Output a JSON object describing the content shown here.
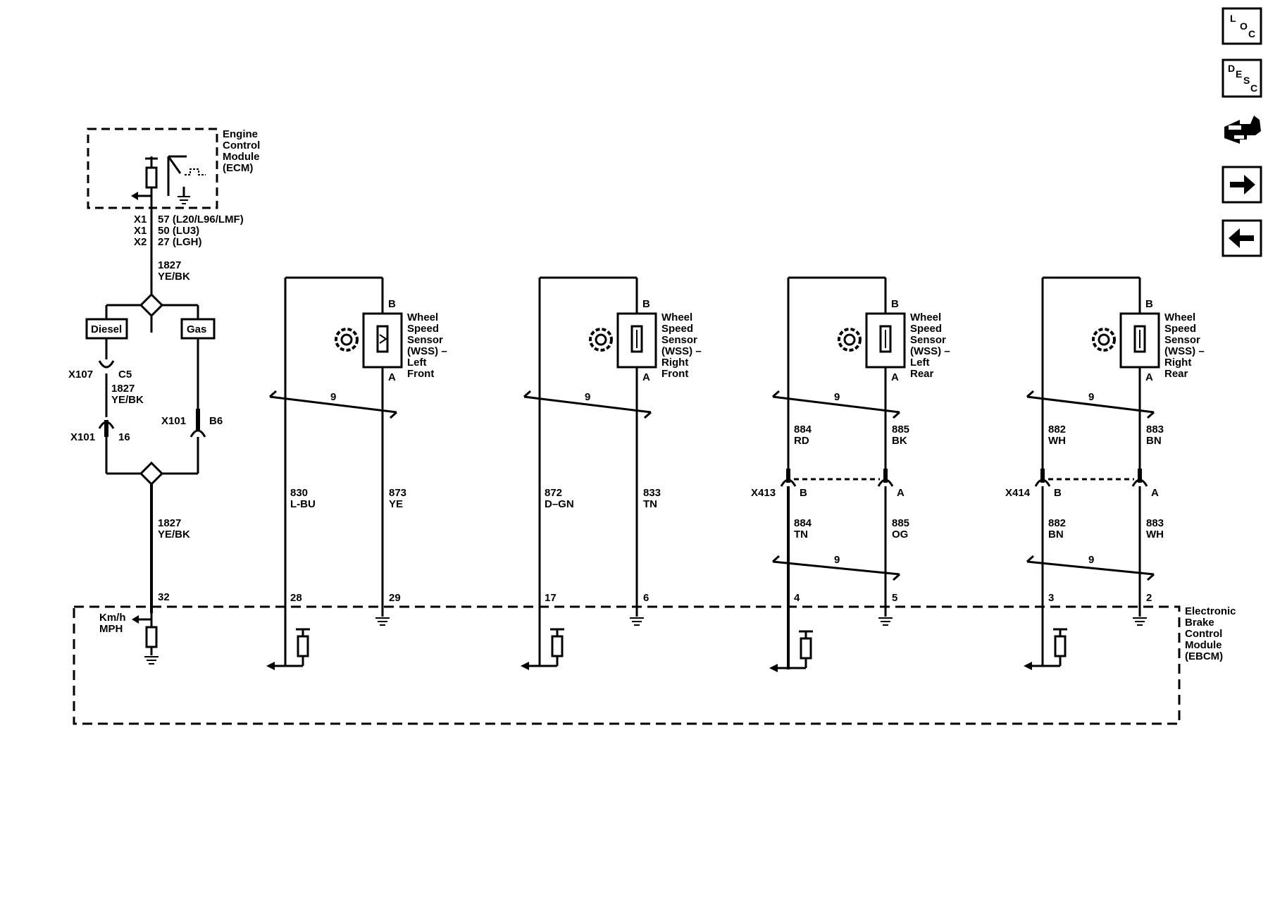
{
  "side_toolbar": {
    "loc_label": [
      "L",
      "O",
      "C"
    ],
    "desc_label": [
      "D",
      "E",
      "S",
      "C"
    ],
    "icons": [
      "loc-button",
      "desc-button",
      "connector-info-icon",
      "next-arrow-icon",
      "previous-arrow-icon"
    ]
  },
  "ecm": {
    "name": [
      "Engine",
      "Control",
      "Module",
      "(ECM)"
    ],
    "pins": [
      {
        "connector": "X1",
        "pin": "57 (L20/L96/LMF)"
      },
      {
        "connector": "X1",
        "pin": "50 (LU3)"
      },
      {
        "connector": "X2",
        "pin": "27 (LGH)"
      }
    ],
    "wire_top": {
      "circuit": "1827",
      "color": "YE/BK"
    },
    "option_diesel": "Diesel",
    "option_gas": "Gas",
    "x107": {
      "connector": "X107",
      "pin": "C5"
    },
    "diesel_wire": {
      "circuit": "1827",
      "color": "YE/BK"
    },
    "x101_left": {
      "connector": "X101",
      "pin": "16"
    },
    "x101_right": {
      "connector": "X101",
      "pin": "B6"
    },
    "wire_bottom": {
      "circuit": "1827",
      "color": "YE/BK"
    },
    "ebcm_pin": "32",
    "speed_units": [
      "Km/h",
      "MPH"
    ]
  },
  "sensors": [
    {
      "name": [
        "Wheel",
        "Speed",
        "Sensor",
        "(WSS) –",
        "Left",
        "Front"
      ],
      "pin_b": "B",
      "pin_a": "A",
      "twist_count": "9",
      "left_wire": {
        "circuit": "830",
        "color": "L-BU"
      },
      "right_wire": {
        "circuit": "873",
        "color": "YE"
      },
      "ebcm_pins": {
        "left": "28",
        "right": "29"
      }
    },
    {
      "name": [
        "Wheel",
        "Speed",
        "Sensor",
        "(WSS) –",
        "Right",
        "Front"
      ],
      "pin_b": "B",
      "pin_a": "A",
      "twist_count": "9",
      "left_wire": {
        "circuit": "872",
        "color": "D–GN"
      },
      "right_wire": {
        "circuit": "833",
        "color": "TN"
      },
      "ebcm_pins": {
        "left": "17",
        "right": "6"
      }
    },
    {
      "name": [
        "Wheel",
        "Speed",
        "Sensor",
        "(WSS) –",
        "Left",
        "Rear"
      ],
      "pin_b": "B",
      "pin_a": "A",
      "twist_count": "9",
      "upper_left": {
        "circuit": "884",
        "color": "RD"
      },
      "upper_right": {
        "circuit": "885",
        "color": "BK"
      },
      "connector": {
        "name": "X413",
        "pin_left": "B",
        "pin_right": "A"
      },
      "lower_left": {
        "circuit": "884",
        "color": "TN"
      },
      "lower_right": {
        "circuit": "885",
        "color": "OG"
      },
      "lower_twist_count": "9",
      "ebcm_pins": {
        "left": "4",
        "right": "5"
      }
    },
    {
      "name": [
        "Wheel",
        "Speed",
        "Sensor",
        "(WSS) –",
        "Right",
        "Rear"
      ],
      "pin_b": "B",
      "pin_a": "A",
      "twist_count": "9",
      "upper_left": {
        "circuit": "882",
        "color": "WH"
      },
      "upper_right": {
        "circuit": "883",
        "color": "BN"
      },
      "connector": {
        "name": "X414",
        "pin_left": "B",
        "pin_right": "A"
      },
      "lower_left": {
        "circuit": "882",
        "color": "BN"
      },
      "lower_right": {
        "circuit": "883",
        "color": "WH"
      },
      "lower_twist_count": "9",
      "ebcm_pins": {
        "left": "3",
        "right": "2"
      }
    }
  ],
  "ebcm": {
    "name": [
      "Electronic",
      "Brake",
      "Control",
      "Module",
      "(EBCM)"
    ]
  }
}
